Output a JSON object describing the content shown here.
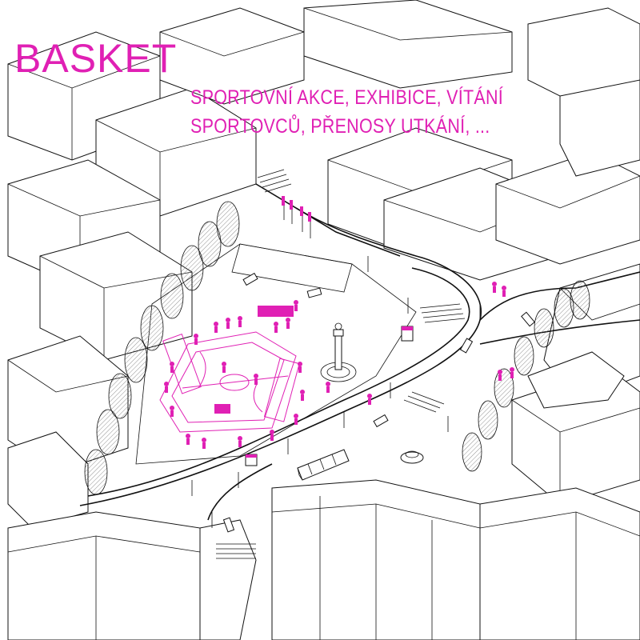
{
  "title": "BASKET",
  "subtitle": {
    "line1": "SPORTOVNÍ AKCE, EXHIBICE, VÍTÁNÍ",
    "line2": "SPORTOVCŮ, PŘENOSY UTKÁNÍ, ..."
  },
  "colors": {
    "accent": "#e020b4",
    "linework": "#111111",
    "background": "#ffffff"
  },
  "icons": {
    "court": "basketball-court",
    "fountain": "column-fountain",
    "bus": "bus-icon",
    "tree": "tree-canopy"
  }
}
